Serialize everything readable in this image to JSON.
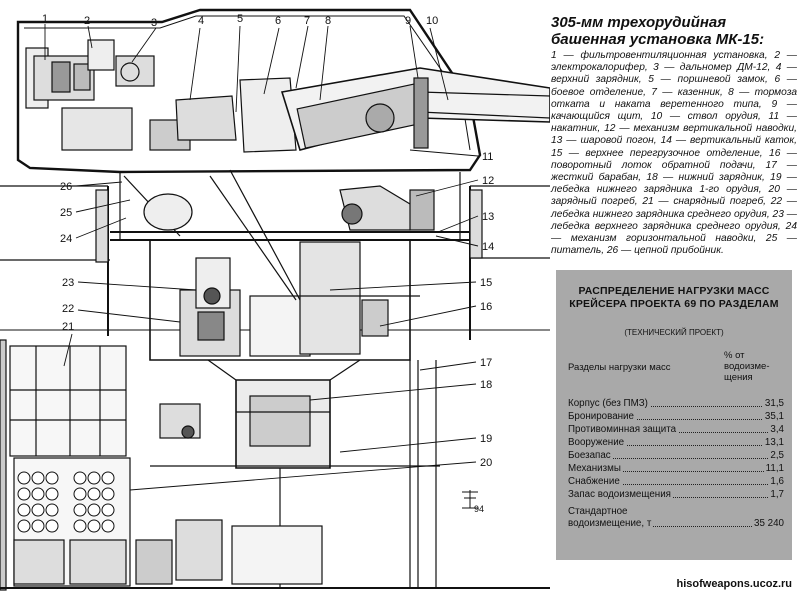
{
  "title": "305-мм трехорудийная башенная установка МК-15:",
  "legend": "1 — фильтровентиляционная установка, 2 — электрокалорифер, 3 — дальномер ДМ-12, 4 — верхний зарядник, 5 — поршневой замок, 6 — боевое отделение, 7 — казенник, 8 — тормоза отката и наката веретенного типа, 9 — качающийся щит, 10 — ствол орудия, 11 — накатник, 12 — механизм вертикальной наводки, 13 — шаровой погон, 14 — вертикальный каток, 15 — верхнее перегрузочное отделение, 16 — поворотный лоток обратной подачи, 17 — жесткий барабан, 18 — нижний зарядник, 19 — лебедка нижнего зарядника 1-го орудия, 20 — зарядный погреб, 21 — снарядный погреб, 22 — лебедка нижнего зарядника среднего орудия, 23 — лебедка верхнего зарядника среднего орудия, 24 — механизм горизонтальной наводки, 25 — питатель, 26 — цепной прибойник.",
  "table": {
    "header": "РАСПРЕДЕЛЕНИЕ НАГРУЗКИ МАСС КРЕЙСЕРА ПРОЕКТА 69 ПО РАЗДЕЛАМ",
    "subheader": "(ТЕХНИЧЕСКИЙ ПРОЕКТ)",
    "col1": "Разделы нагрузки масс",
    "col2": "% от водоизме-щения",
    "rows": [
      {
        "name": "Корпус (без ПМЗ)",
        "value": "31,5"
      },
      {
        "name": "Бронирование",
        "value": "35,1"
      },
      {
        "name": "Противоминная защита",
        "value": "3,4"
      },
      {
        "name": "Вооружение",
        "value": "13,1"
      },
      {
        "name": "Боезапас",
        "value": "2,5"
      },
      {
        "name": "Механизмы",
        "value": "11,1"
      },
      {
        "name": "Снабжение",
        "value": "1,6"
      },
      {
        "name": "Запас водоизмещения",
        "value": "1,7"
      }
    ],
    "footer_line1": "Стандартное",
    "footer_name": "водоизмещение, т",
    "footer_value": "35 240"
  },
  "callouts": [
    "1",
    "2",
    "3",
    "4",
    "5",
    "6",
    "7",
    "8",
    "9",
    "10",
    "11",
    "12",
    "13",
    "14",
    "15",
    "16",
    "17",
    "18",
    "19",
    "20",
    "21",
    "22",
    "23",
    "24",
    "25",
    "26"
  ],
  "scale_mark": "94",
  "watermark": "hisofweapons.ucoz.ru"
}
